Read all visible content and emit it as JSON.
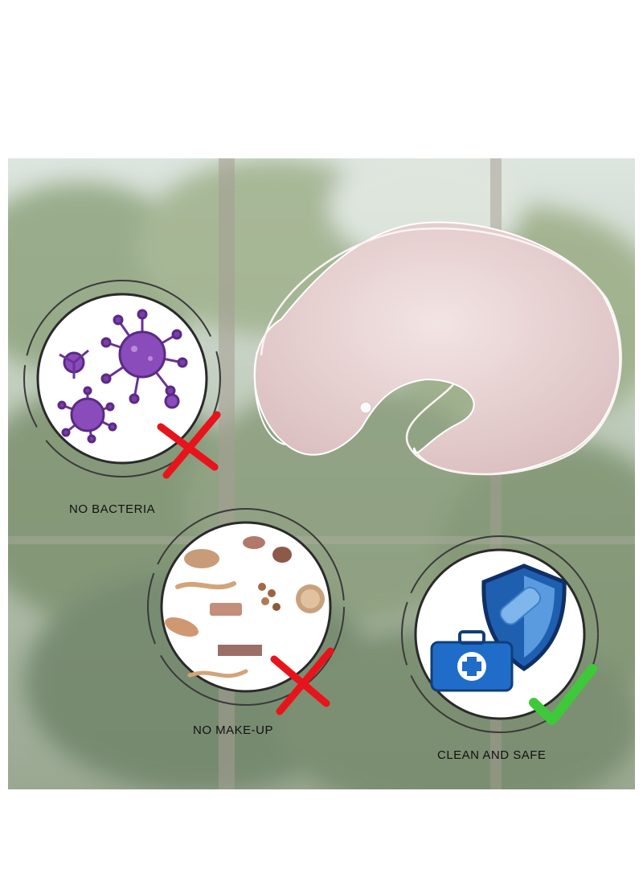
{
  "features": [
    {
      "label": "NO BACTERIA",
      "icon": "virus-icon",
      "status": "cross"
    },
    {
      "label": "NO MAKE-UP",
      "icon": "makeup-icon",
      "status": "cross"
    },
    {
      "label": "CLEAN AND SAFE",
      "icon": "shield-first-aid-icon",
      "status": "check"
    }
  ],
  "colors": {
    "cross": "#e8141b",
    "check": "#3ec93a",
    "virus": "#7a3fa6",
    "shield": "#1f5fb0",
    "pillow": "#e7cfcf"
  }
}
